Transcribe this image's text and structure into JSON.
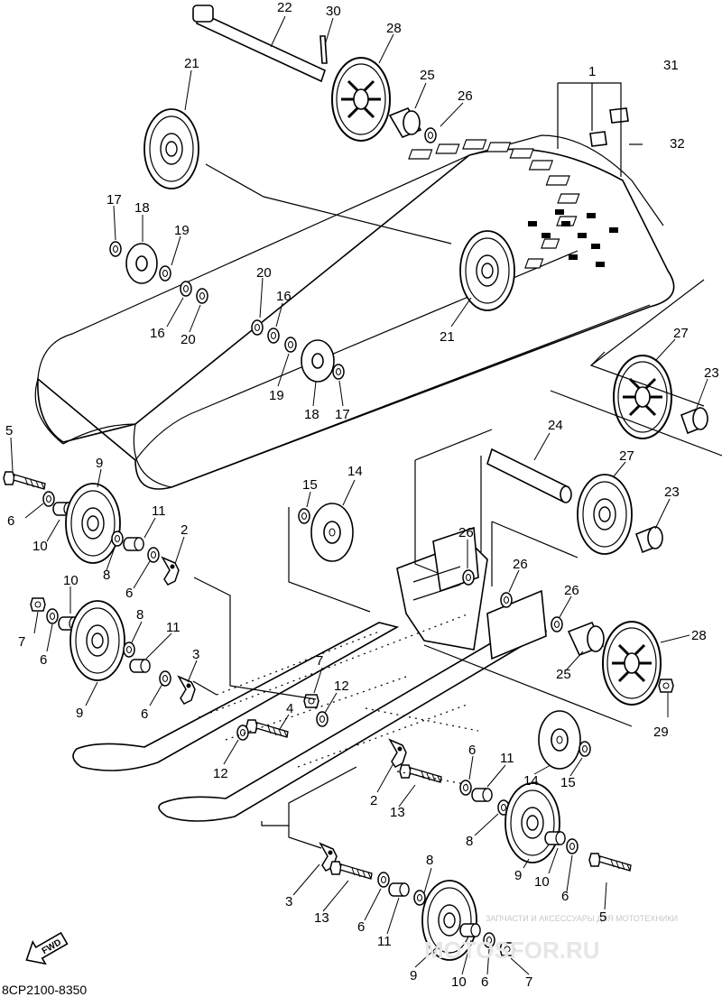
{
  "diagram_code": "8CP2100-8350",
  "fwd_label": "FWD",
  "watermark": {
    "line1": "ЗАПЧАСТИ И АКСЕССУАРЫ ДЛЯ МОТОТЕХНИКИ",
    "line2": "MOTOSFOR.RU"
  },
  "callouts": [
    {
      "id": "c22",
      "text": "22"
    },
    {
      "id": "c30",
      "text": "30"
    },
    {
      "id": "c28a",
      "text": "28"
    },
    {
      "id": "c21a",
      "text": "21"
    },
    {
      "id": "c25a",
      "text": "25"
    },
    {
      "id": "c26a",
      "text": "26"
    },
    {
      "id": "c1",
      "text": "1"
    },
    {
      "id": "c31",
      "text": "31"
    },
    {
      "id": "c32",
      "text": "32"
    },
    {
      "id": "c17a",
      "text": "17"
    },
    {
      "id": "c18a",
      "text": "18"
    },
    {
      "id": "c19a",
      "text": "19"
    },
    {
      "id": "c20a",
      "text": "20"
    },
    {
      "id": "c16a",
      "text": "16"
    },
    {
      "id": "c16b",
      "text": "16"
    },
    {
      "id": "c20b",
      "text": "20"
    },
    {
      "id": "c21b",
      "text": "21"
    },
    {
      "id": "c19b",
      "text": "19"
    },
    {
      "id": "c18b",
      "text": "18"
    },
    {
      "id": "c17b",
      "text": "17"
    },
    {
      "id": "c27a",
      "text": "27"
    },
    {
      "id": "c23a",
      "text": "23"
    },
    {
      "id": "c5a",
      "text": "5"
    },
    {
      "id": "c9a",
      "text": "9"
    },
    {
      "id": "c6a",
      "text": "6"
    },
    {
      "id": "c10a",
      "text": "10"
    },
    {
      "id": "c11a",
      "text": "11"
    },
    {
      "id": "c2a",
      "text": "2"
    },
    {
      "id": "c8a",
      "text": "8"
    },
    {
      "id": "c6b",
      "text": "6"
    },
    {
      "id": "c15a",
      "text": "15"
    },
    {
      "id": "c14a",
      "text": "14"
    },
    {
      "id": "c24",
      "text": "24"
    },
    {
      "id": "c27b",
      "text": "27"
    },
    {
      "id": "c23b",
      "text": "23"
    },
    {
      "id": "c26b",
      "text": "26"
    },
    {
      "id": "c26c",
      "text": "26"
    },
    {
      "id": "c26d",
      "text": "26"
    },
    {
      "id": "c28b",
      "text": "28"
    },
    {
      "id": "c25b",
      "text": "25"
    },
    {
      "id": "c29",
      "text": "29"
    },
    {
      "id": "c10b",
      "text": "10"
    },
    {
      "id": "c7a",
      "text": "7"
    },
    {
      "id": "c6c",
      "text": "6"
    },
    {
      "id": "c8b",
      "text": "8"
    },
    {
      "id": "c11b",
      "text": "11"
    },
    {
      "id": "c3a",
      "text": "3"
    },
    {
      "id": "c9b",
      "text": "9"
    },
    {
      "id": "c6d",
      "text": "6"
    },
    {
      "id": "c7b",
      "text": "7"
    },
    {
      "id": "c12a",
      "text": "12"
    },
    {
      "id": "c4",
      "text": "4"
    },
    {
      "id": "c12b",
      "text": "12"
    },
    {
      "id": "c6e",
      "text": "6"
    },
    {
      "id": "c11c",
      "text": "11"
    },
    {
      "id": "c14b",
      "text": "14"
    },
    {
      "id": "c15b",
      "text": "15"
    },
    {
      "id": "c2b",
      "text": "2"
    },
    {
      "id": "c13a",
      "text": "13"
    },
    {
      "id": "c8c",
      "text": "8"
    },
    {
      "id": "c9c",
      "text": "9"
    },
    {
      "id": "c10c",
      "text": "10"
    },
    {
      "id": "c6f",
      "text": "6"
    },
    {
      "id": "c5b",
      "text": "5"
    },
    {
      "id": "c3b",
      "text": "3"
    },
    {
      "id": "c13b",
      "text": "13"
    },
    {
      "id": "c8d",
      "text": "8"
    },
    {
      "id": "c6g",
      "text": "6"
    },
    {
      "id": "c11d",
      "text": "11"
    },
    {
      "id": "c9d",
      "text": "9"
    },
    {
      "id": "c10d",
      "text": "10"
    },
    {
      "id": "c6h",
      "text": "6"
    },
    {
      "id": "c7c",
      "text": "7"
    }
  ]
}
